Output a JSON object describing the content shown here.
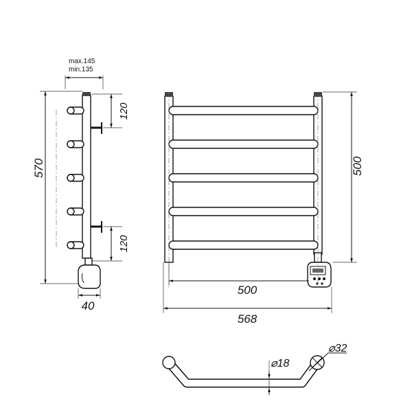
{
  "dimensions": {
    "max_depth": "max.145",
    "min_depth": "min.135",
    "total_height": "570",
    "mount_spacing_top": "120",
    "mount_spacing_bottom": "120",
    "side_depth": "40",
    "rail_height": "500",
    "inner_width": "500",
    "total_width": "568",
    "tube_diameter": "⌀18",
    "rail_diameter": "⌀32"
  },
  "icons": {
    "controller": "thermostat-controller-icon"
  }
}
